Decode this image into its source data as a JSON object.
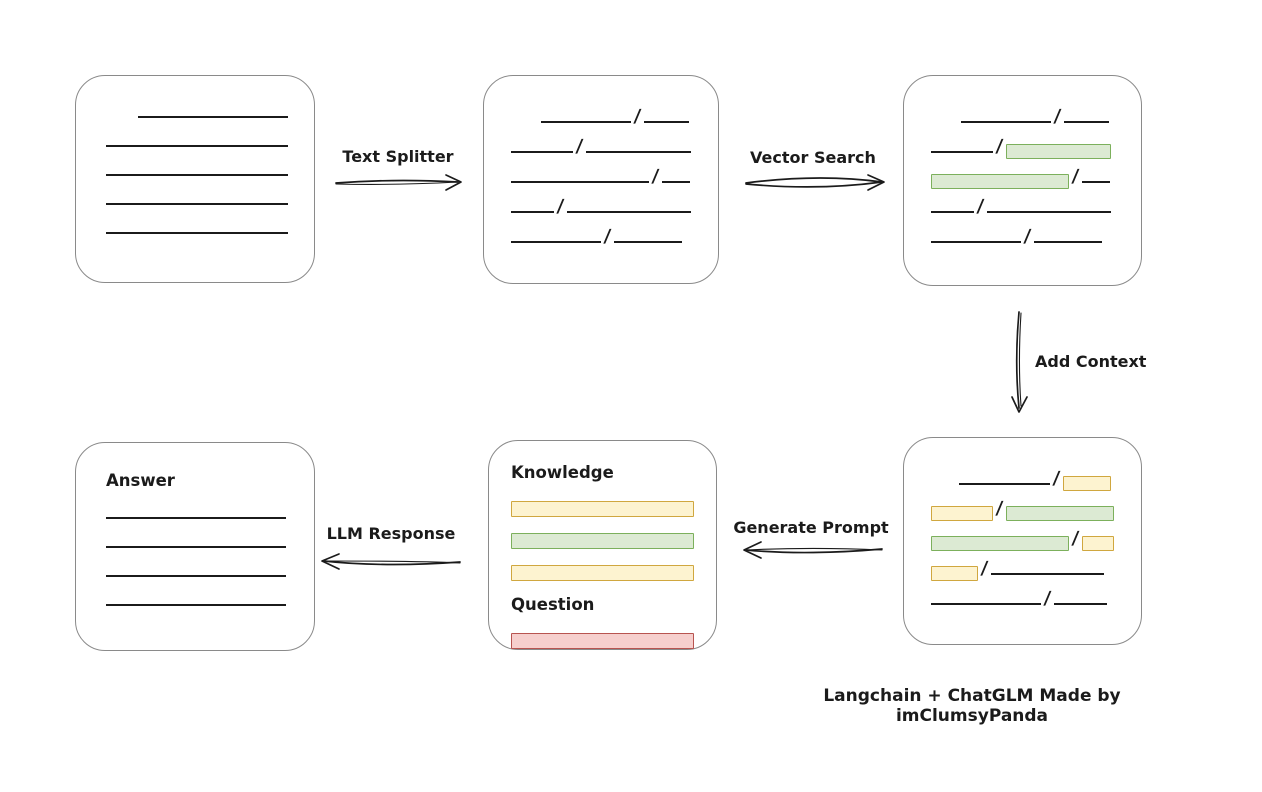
{
  "caption": "Langchain + ChatGLM Made by imClumsyPanda",
  "colors": {
    "box_border": "#8a8a8a",
    "line": "#1b1b1b",
    "green_fill": "#dcead3",
    "green_border": "#7cb05c",
    "yellow_fill": "#fdf3d0",
    "yellow_border": "#d0a73f",
    "red_fill": "#f6cfcd",
    "red_border": "#b85450"
  },
  "arrows": {
    "text_splitter": {
      "label": "Text Splitter",
      "direction": "right"
    },
    "vector_search": {
      "label": "Vector Search",
      "direction": "right"
    },
    "add_context": {
      "label": "Add Context",
      "direction": "down"
    },
    "generate_prompt": {
      "label": "Generate Prompt",
      "direction": "left"
    },
    "llm_response": {
      "label": "LLM Response",
      "direction": "left"
    }
  },
  "legend": {
    "green_meaning": "matched-chunk-highlight",
    "yellow_meaning": "context-chunk-highlight",
    "red_meaning": "question-highlight"
  },
  "nodes": {
    "document": {
      "pad_top": 33,
      "gap": 17,
      "bare": true,
      "rows": [
        [
          {
            "k": "gap",
            "w": 32
          },
          {
            "k": "line",
            "w": 150
          }
        ],
        [
          {
            "k": "line",
            "w": 182
          }
        ],
        [
          {
            "k": "line",
            "w": 182
          }
        ],
        [
          {
            "k": "line",
            "w": 182
          }
        ],
        [
          {
            "k": "line",
            "w": 182
          }
        ]
      ]
    },
    "chunks": {
      "pad_top": 30,
      "gap": 10,
      "rows": [
        [
          {
            "k": "gap",
            "w": 30
          },
          {
            "k": "line",
            "w": 90
          },
          {
            "k": "slash"
          },
          {
            "k": "line",
            "w": 45
          }
        ],
        [
          {
            "k": "line",
            "w": 62
          },
          {
            "k": "slash"
          },
          {
            "k": "line",
            "w": 105
          }
        ],
        [
          {
            "k": "line",
            "w": 138
          },
          {
            "k": "slash"
          },
          {
            "k": "line",
            "w": 28
          }
        ],
        [
          {
            "k": "line",
            "w": 43
          },
          {
            "k": "slash"
          },
          {
            "k": "line",
            "w": 124
          }
        ],
        [
          {
            "k": "line",
            "w": 90
          },
          {
            "k": "slash"
          },
          {
            "k": "line",
            "w": 68
          }
        ]
      ]
    },
    "matched": {
      "pad_top": 30,
      "gap": 10,
      "rows": [
        [
          {
            "k": "gap",
            "w": 30
          },
          {
            "k": "line",
            "w": 90
          },
          {
            "k": "slash"
          },
          {
            "k": "line",
            "w": 45
          }
        ],
        [
          {
            "k": "line",
            "w": 62
          },
          {
            "k": "slash"
          },
          {
            "k": "box",
            "c": "green",
            "w": 105
          }
        ],
        [
          {
            "k": "box",
            "c": "green",
            "w": 138
          },
          {
            "k": "slash"
          },
          {
            "k": "line",
            "w": 28
          }
        ],
        [
          {
            "k": "line",
            "w": 43
          },
          {
            "k": "slash"
          },
          {
            "k": "line",
            "w": 124
          }
        ],
        [
          {
            "k": "line",
            "w": 90
          },
          {
            "k": "slash"
          },
          {
            "k": "line",
            "w": 68
          }
        ]
      ]
    },
    "context": {
      "pad_top": 30,
      "gap": 10,
      "rows": [
        [
          {
            "k": "gap",
            "w": 28
          },
          {
            "k": "line",
            "w": 91
          },
          {
            "k": "slash"
          },
          {
            "k": "box",
            "c": "yellow",
            "w": 48
          }
        ],
        [
          {
            "k": "box",
            "c": "yellow",
            "w": 62
          },
          {
            "k": "slash"
          },
          {
            "k": "box",
            "c": "green",
            "w": 108
          }
        ],
        [
          {
            "k": "box",
            "c": "green",
            "w": 138
          },
          {
            "k": "slash"
          },
          {
            "k": "box",
            "c": "yellow",
            "w": 32
          }
        ],
        [
          {
            "k": "box",
            "c": "yellow",
            "w": 47
          },
          {
            "k": "slash"
          },
          {
            "k": "line",
            "w": 113
          }
        ],
        [
          {
            "k": "line",
            "w": 110
          },
          {
            "k": "slash"
          },
          {
            "k": "line",
            "w": 53
          }
        ]
      ]
    },
    "prompt": {
      "pad_top": 20,
      "gap": 12,
      "rows": [
        [
          {
            "k": "title",
            "text": "Knowledge"
          }
        ],
        [
          {
            "k": "bar",
            "c": "yellow"
          }
        ],
        [
          {
            "k": "bar",
            "c": "green"
          }
        ],
        [
          {
            "k": "bar",
            "c": "yellow"
          }
        ],
        [
          {
            "k": "title",
            "text": "Question"
          }
        ],
        [
          {
            "k": "bar",
            "c": "red"
          }
        ]
      ]
    },
    "answer": {
      "pad_top": 26,
      "gap": 17,
      "bare": true,
      "rows": [
        [
          {
            "k": "title",
            "text": "Answer"
          }
        ],
        [
          {
            "k": "line",
            "w": 180
          }
        ],
        [
          {
            "k": "line",
            "w": 180
          }
        ],
        [
          {
            "k": "line",
            "w": 180
          }
        ],
        [
          {
            "k": "line",
            "w": 180
          }
        ]
      ]
    }
  }
}
